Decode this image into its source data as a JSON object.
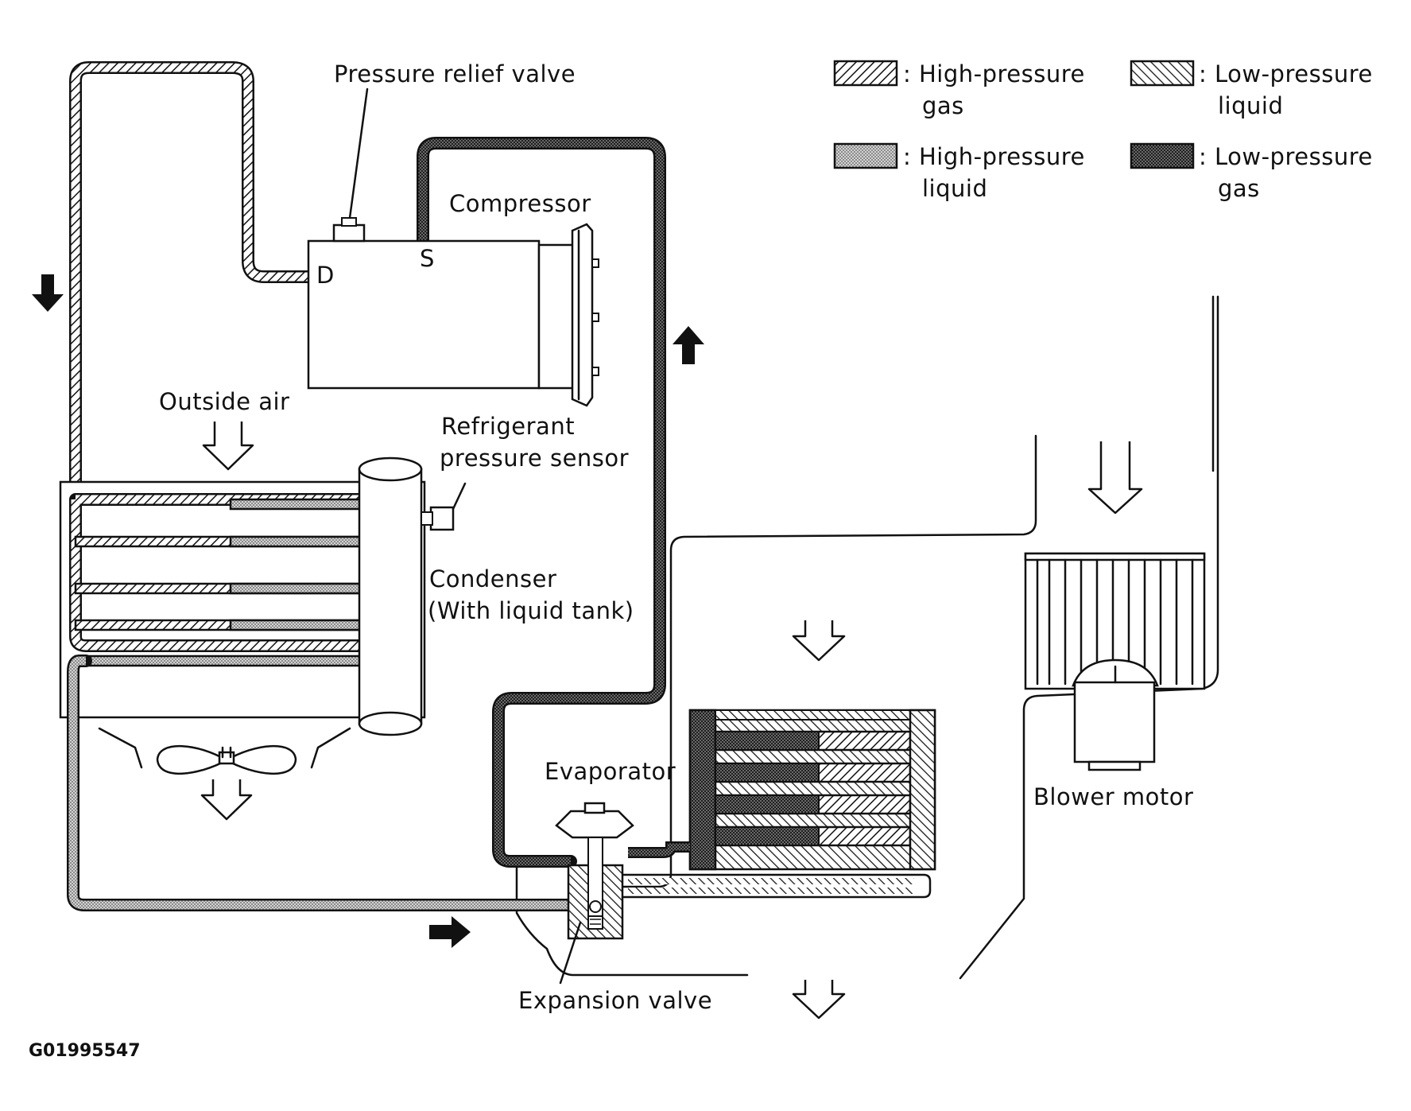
{
  "labels": {
    "pressure_relief_valve": "Pressure relief valve",
    "compressor": "Compressor",
    "discharge_port": "D",
    "suction_port": "S",
    "outside_air": "Outside air",
    "refrigerant_sensor_line1": "Refrigerant",
    "refrigerant_sensor_line2": "pressure sensor",
    "condenser_line1": "Condenser",
    "condenser_line2": "(With liquid tank)",
    "evaporator": "Evaporator",
    "expansion_valve": "Expansion valve",
    "blower_motor": "Blower motor",
    "figure_code": "G01995547"
  },
  "legend": [
    {
      "pattern": "high-pressure-gas",
      "line1": ": High-pressure",
      "line2": "gas"
    },
    {
      "pattern": "low-pressure-liquid",
      "line1": ": Low-pressure",
      "line2": "liquid"
    },
    {
      "pattern": "high-pressure-liquid",
      "line1": ": High-pressure",
      "line2": "liquid"
    },
    {
      "pattern": "low-pressure-gas",
      "line1": ": Low-pressure",
      "line2": "gas"
    }
  ],
  "colors": {
    "line": "#111111",
    "background": "#ffffff",
    "high_pressure_liquid_dot": "#8a8a8a",
    "low_pressure_gas_dot": "#2a2a2a"
  }
}
